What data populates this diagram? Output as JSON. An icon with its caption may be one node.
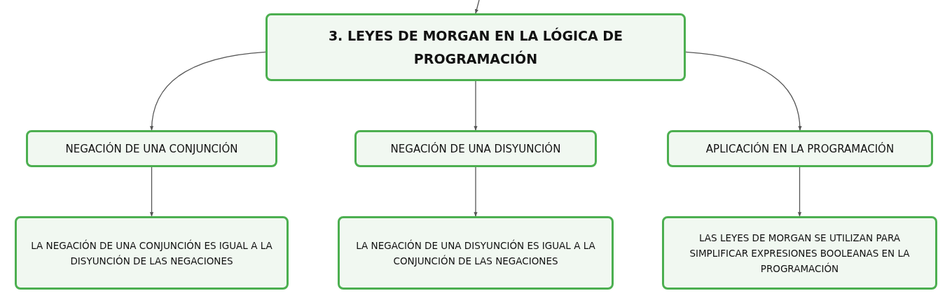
{
  "diagram": {
    "nodes": [
      {
        "text": [
          "3. LEYES DE MORGAN EN LA LÓGICA DE PROGRAMACIÓN"
        ]
      },
      {
        "text": [
          "NEGACIÓN DE UNA CONJUNCIÓN"
        ]
      },
      {
        "text": [
          "NEGACIÓN DE UNA DISYUNCIÓN"
        ]
      },
      {
        "text": [
          "APLICACIÓN EN LA PROGRAMACIÓN"
        ]
      },
      {
        "text": [
          "LA NEGACIÓN DE UNA CONJUNCIÓN ES IGUAL A LA DISYUNCIÓN DE LAS NEGACIONES"
        ]
      },
      {
        "text": [
          "LA NEGACIÓN DE UNA DISYUNCIÓN ES IGUAL A LA CONJUNCIÓN DE LAS NEGACIONES"
        ]
      },
      {
        "text": [
          "LAS LEYES DE MORGAN SE UTILIZAN PARA SIMPLIFICAR EXPRESIONES BOOLEANAS EN LA PROGRAMACIÓN"
        ]
      }
    ],
    "edges": [
      {
        "from": null,
        "to": 0,
        "arrow": "to"
      },
      {
        "from": 0,
        "to": 1,
        "arrow": "to"
      },
      {
        "from": 0,
        "to": 2,
        "arrow": "to"
      },
      {
        "from": 0,
        "to": 3,
        "arrow": "to"
      },
      {
        "from": 1,
        "to": 4,
        "arrow": "to"
      },
      {
        "from": 2,
        "to": 5,
        "arrow": "to"
      },
      {
        "from": 3,
        "to": 6,
        "arrow": "to"
      }
    ]
  }
}
